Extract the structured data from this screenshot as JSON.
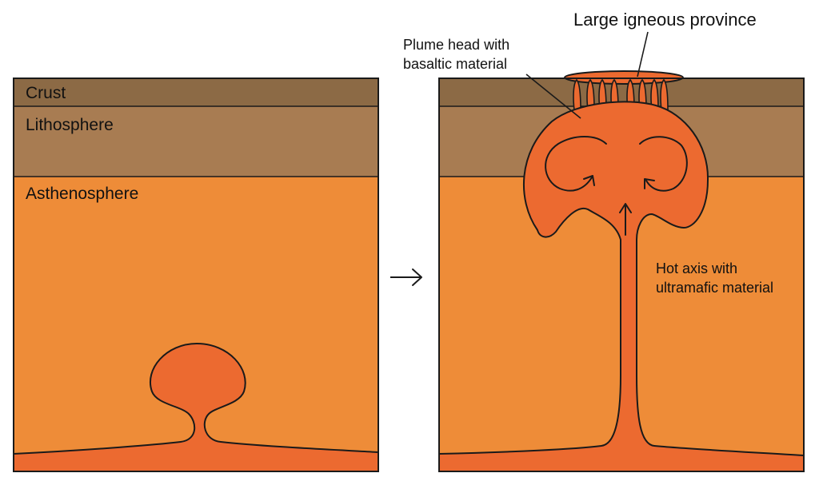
{
  "layers": {
    "crust": "Crust",
    "lithosphere": "Lithosphere",
    "asthenosphere": "Asthenosphere"
  },
  "annotations": {
    "large_igneous_province": "Large igneous province",
    "plume_head_line1": "Plume head with",
    "plume_head_line2": "basaltic material",
    "hot_axis_line1": "Hot axis with",
    "hot_axis_line2": "ultramafic material"
  },
  "arrow_symbol": "→",
  "colors": {
    "crust": "#8C6A45",
    "lithosphere": "#A87C52",
    "asthenosphere": "#EE8C38",
    "plume": "#EC6A30",
    "outline": "#1A1A1A"
  }
}
